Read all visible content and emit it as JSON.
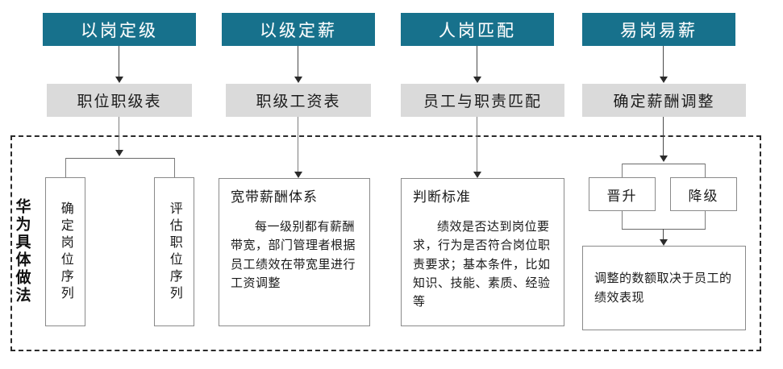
{
  "diagram": {
    "caption": "华为具体做法",
    "columns": [
      {
        "id": "col1",
        "header": "以岗定级",
        "stage": "职位职级表",
        "leaves": [
          "确定岗位序列",
          "评估职位序列"
        ]
      },
      {
        "id": "col2",
        "header": "以级定薪",
        "stage": "职级工资表",
        "detail_title": "宽带薪酬体系",
        "detail_body": "每一级别都有薪酬带宽，部门管理者根据员工绩效在带宽里进行工资调整"
      },
      {
        "id": "col3",
        "header": "人岗匹配",
        "stage": "员工与职责匹配",
        "detail_title": "判断标准",
        "detail_body": "绩效是否达到岗位要求，行为是否符合岗位职责要求；基本条件，比如知识、技能、素质、经验等"
      },
      {
        "id": "col4",
        "header": "易岗易薪",
        "stage": "确定薪酬调整",
        "branches": [
          "晋升",
          "降级"
        ],
        "result": "调整的数额取决于员工的绩效表现"
      }
    ]
  },
  "colors": {
    "header_teal": "#17718c",
    "stage_gray": "#dadada",
    "box_border": "#8a8a8a",
    "dashed_border": "#2b2b2b",
    "text_dark": "#1a1a1a",
    "header_text": "#ffffff"
  }
}
